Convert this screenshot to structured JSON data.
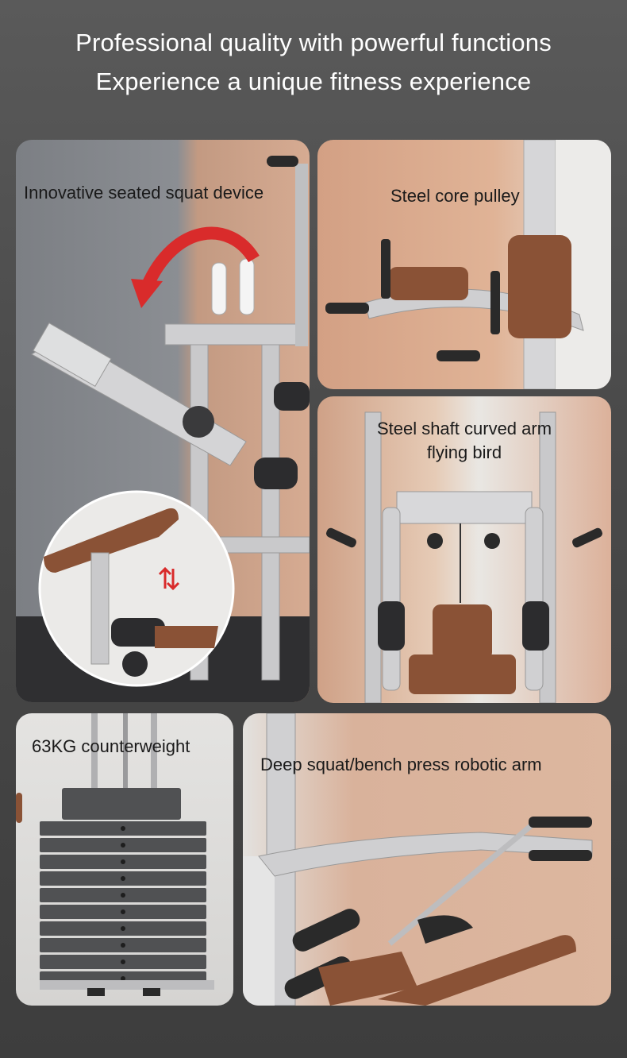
{
  "header": {
    "line1": "Professional quality with powerful functions",
    "line2": "Experience a unique fitness experience"
  },
  "panels": {
    "seated_squat": {
      "label": "Innovative seated squat device"
    },
    "pulley": {
      "label": "Steel core pulley"
    },
    "flying_bird": {
      "label": "Steel shaft curved arm flying bird"
    },
    "counterweight": {
      "label": "63KG counterweight"
    },
    "robotic_arm": {
      "label": "Deep squat/bench press robotic arm"
    }
  },
  "colors": {
    "background": "#4a4a4a",
    "seat_leather": "#8a5236",
    "frame_steel": "#c9c9cb",
    "arrow_red": "#d92b2b",
    "weight_plate": "#505153"
  }
}
